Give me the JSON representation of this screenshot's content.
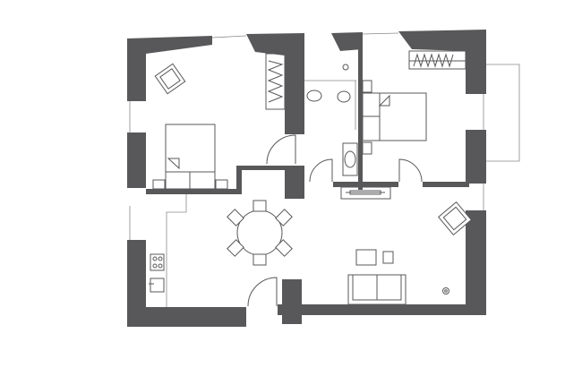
{
  "plan": {
    "colors": {
      "wall": "#58585a",
      "background": "#ffffff",
      "furniture_line": "#58585a"
    },
    "rooms": [
      "bedroom-1",
      "bathroom",
      "bedroom-2",
      "living-dining-kitchen"
    ],
    "icons": [
      "armchair-icon",
      "double-bed-icon",
      "wardrobe-icon",
      "toilet-icon",
      "bidet-icon",
      "washbasin-icon",
      "dining-table-icon",
      "chair-icon",
      "hob-icon",
      "sink-icon",
      "sofa-icon",
      "coffee-table-icon",
      "radiator-icon",
      "door-swing-icon",
      "balcony-outline"
    ]
  }
}
